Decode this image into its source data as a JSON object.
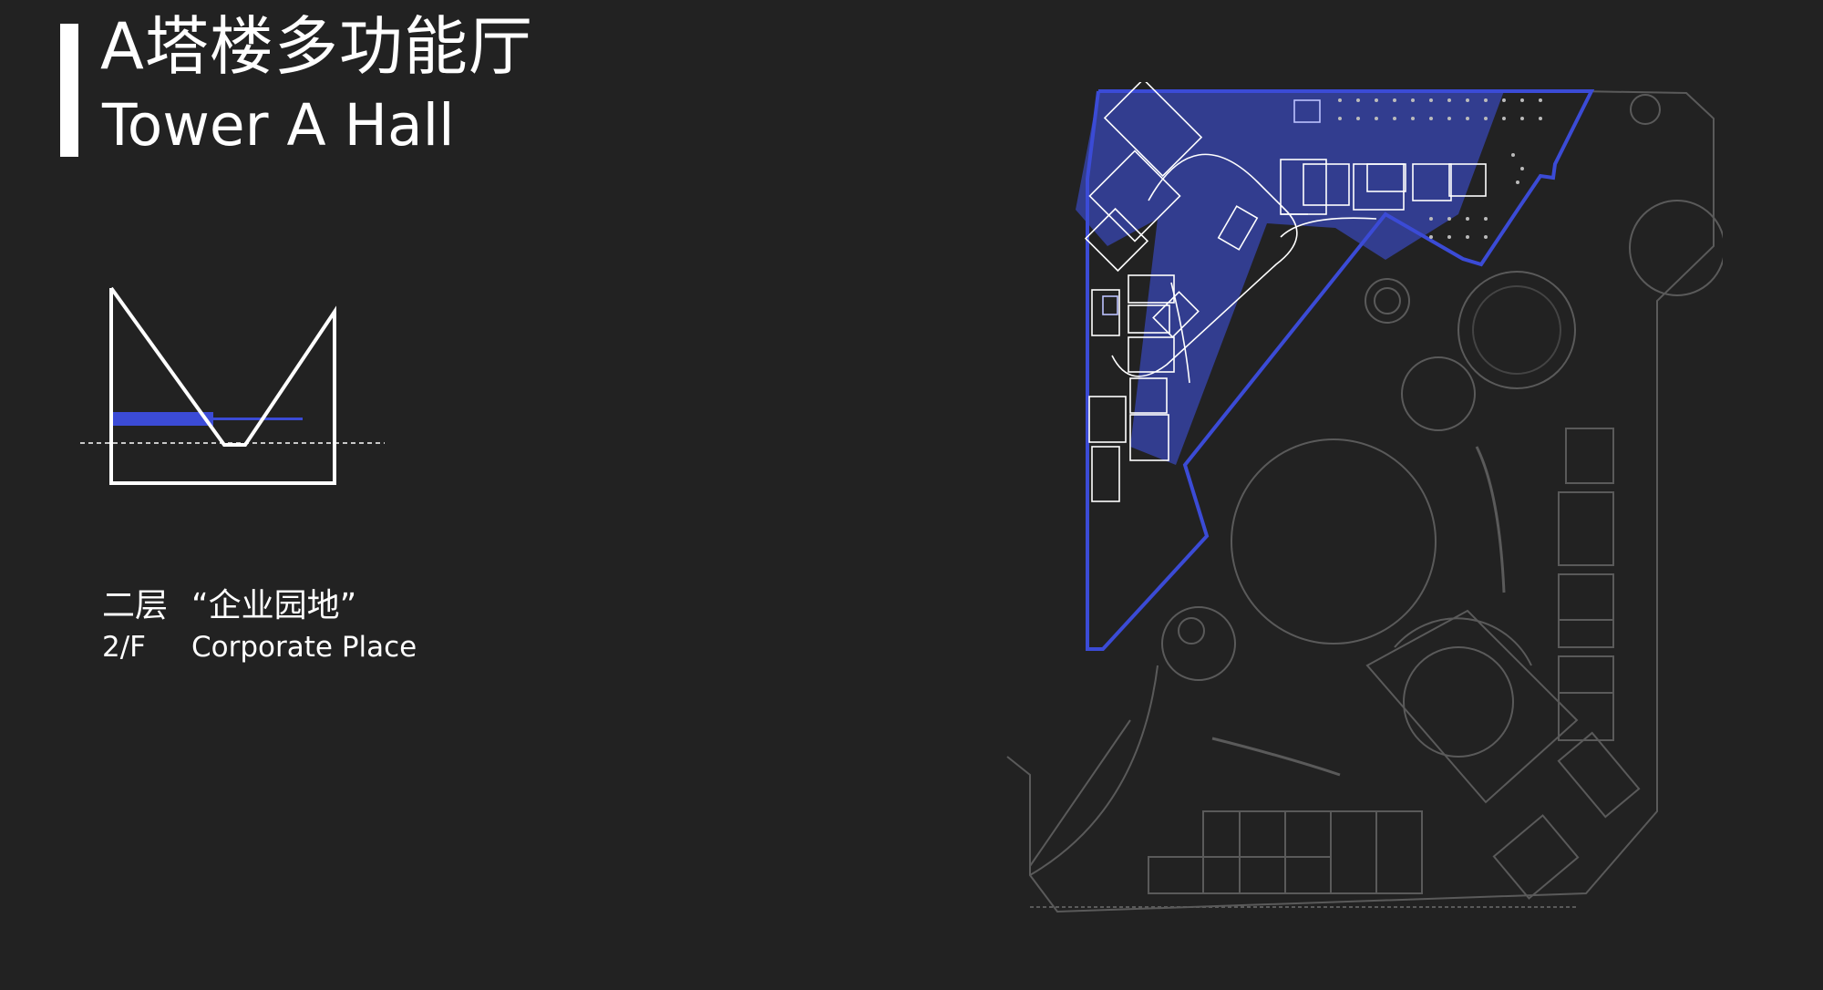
{
  "header": {
    "title_cn": "A塔楼多功能厅",
    "title_en": "Tower A Hall"
  },
  "floor": {
    "level_cn": "二层",
    "name_cn": "“企业园地”",
    "level_en": "2/F",
    "name_en": "Corporate Place"
  },
  "colors": {
    "background": "#222222",
    "highlight": "#3b4bd6",
    "highlight_fill": "#34409b",
    "line": "#ffffff",
    "plan_grey": "#5a5a5a"
  }
}
